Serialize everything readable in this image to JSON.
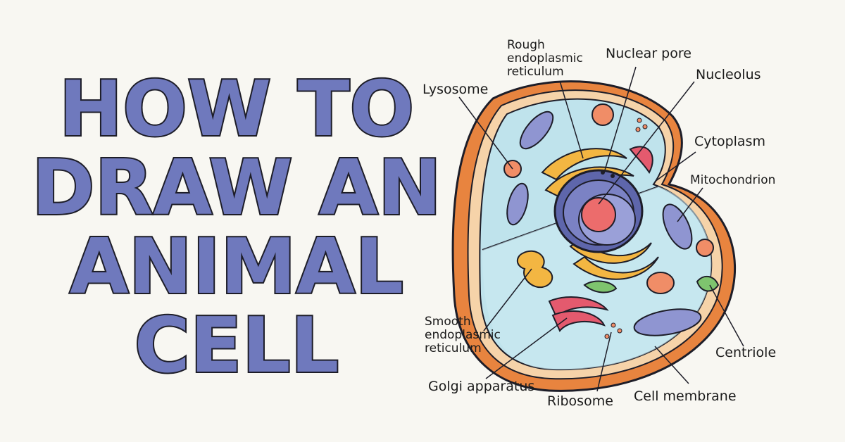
{
  "title": {
    "lines": [
      "HOW TO",
      "DRAW AN",
      "ANIMAL",
      "CELL"
    ],
    "color": "#6f79bd"
  },
  "diagram": {
    "labels": {
      "lysosome": "Lysosome",
      "rough_er_1": "Rough",
      "rough_er_2": "endoplasmic",
      "rough_er_3": "reticulum",
      "nuclear_pore": "Nuclear pore",
      "nucleolus": "Nucleolus",
      "cytoplasm": "Cytoplasm",
      "mitochondrion": "Mitochondrion",
      "smooth_er_1": "Smooth",
      "smooth_er_2": "endoplasmic",
      "smooth_er_3": "reticulum",
      "centriole": "Centriole",
      "golgi": "Golgi apparatus",
      "ribosome": "Ribosome",
      "cell_membrane": "Cell membrane"
    },
    "colors": {
      "membrane_outer": "#e8843f",
      "cytoplasm": "#bfe3ec",
      "nucleus": "#7b82c4",
      "nucleolus": "#ec6c6c",
      "er": "#f3b642",
      "golgi": "#e45a6e",
      "mitochondria": "#8f95d1",
      "centriole": "#7ec46e",
      "lysosome": "#f08d67"
    }
  }
}
